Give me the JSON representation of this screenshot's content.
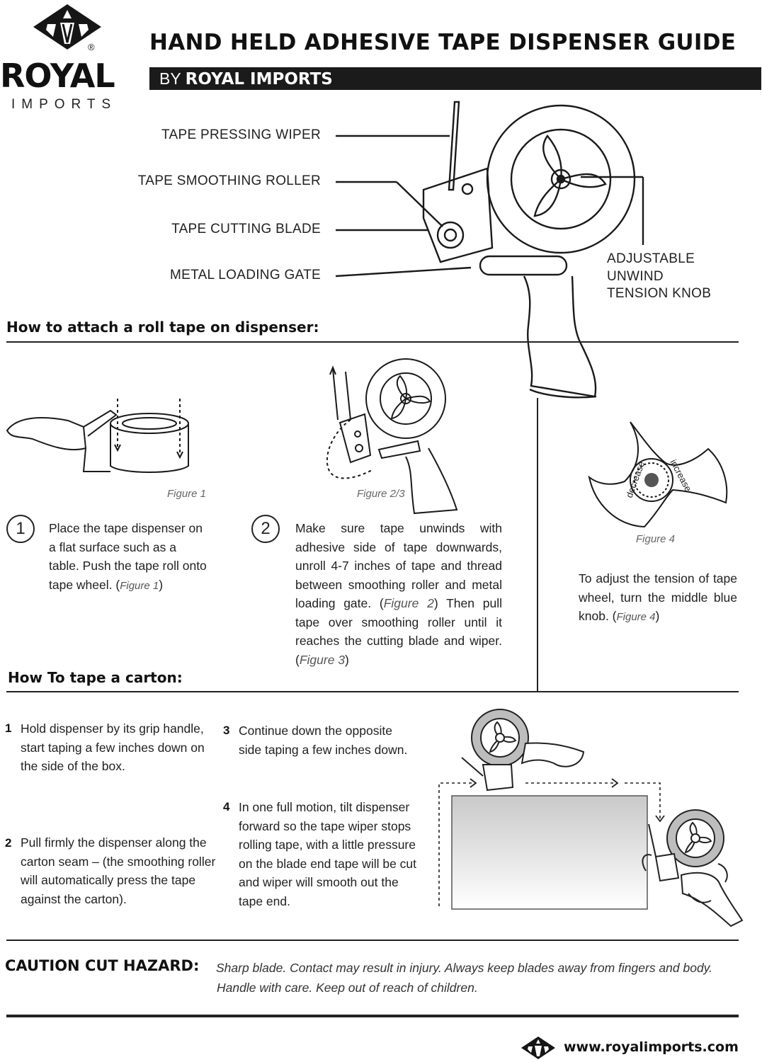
{
  "brand": {
    "name": "ROYAL",
    "sub": "IMPORTS",
    "registered": "®"
  },
  "header": {
    "title": "HAND HELD ADHESIVE TAPE DISPENSER GUIDE",
    "by_prefix": "BY",
    "by_name": "ROYAL IMPORTS"
  },
  "parts": {
    "wiper": "TAPE PRESSING WIPER",
    "roller": "TAPE SMOOTHING ROLLER",
    "blade": "TAPE CUTTING BLADE",
    "gate": "METAL LOADING GATE",
    "knob": [
      "ADJUSTABLE",
      "UNWIND",
      "TENSION KNOB"
    ]
  },
  "attach": {
    "heading": "How to attach a roll tape on dispenser:",
    "fig1": "Figure 1",
    "fig23": "Figure 2/3",
    "fig4": "Figure 4",
    "knob_decrease": "decrease",
    "knob_increase": "increase",
    "step1_num": "1",
    "step1_text": "Place the tape dispenser on a flat surface such as a table. Push the tape roll onto tape wheel. (",
    "step1_ref": "Figure 1",
    "step1_close": ")",
    "step2_num": "2",
    "step2_text_a": "Make sure tape unwinds with adhesive side of tape downwards, unroll 4-7 inches of tape and thread between smoothing roller and metal loading gate. (",
    "step2_ref_a": "Figure 2",
    "step2_text_b": ") Then pull tape over smoothing roller until it reaches the cutting blade and wiper. (",
    "step2_ref_b": "Figure 3",
    "step2_close": ")",
    "step4_text": "To adjust the tension of tape wheel, turn the middle blue knob. (",
    "step4_ref": "Figure 4",
    "step4_close": ")"
  },
  "carton": {
    "heading": "How To tape a carton:",
    "steps": [
      {
        "num": "1",
        "text": "Hold dispenser by its grip handle, start taping a few inches down on the side of the box."
      },
      {
        "num": "2",
        "text": "Pull firmly the dispenser along the carton seam – (the smoothing roller will automatically press the tape against the carton)."
      },
      {
        "num": "3",
        "text": "Continue down the opposite side taping a few inches down."
      },
      {
        "num": "4",
        "text": "In one full motion, tilt dispenser forward so the tape wiper stops rolling tape, with a little pressure on the blade end tape will be cut and wiper will smooth out the tape end."
      }
    ]
  },
  "caution": {
    "heading": "CAUTION CUT HAZARD:",
    "line1": "Sharp blade. Contact may result in injury. Always keep blades away from fingers and body.",
    "line2": "Handle with care. Keep out of reach of children."
  },
  "footer": {
    "url": "www.royalimports.com"
  }
}
